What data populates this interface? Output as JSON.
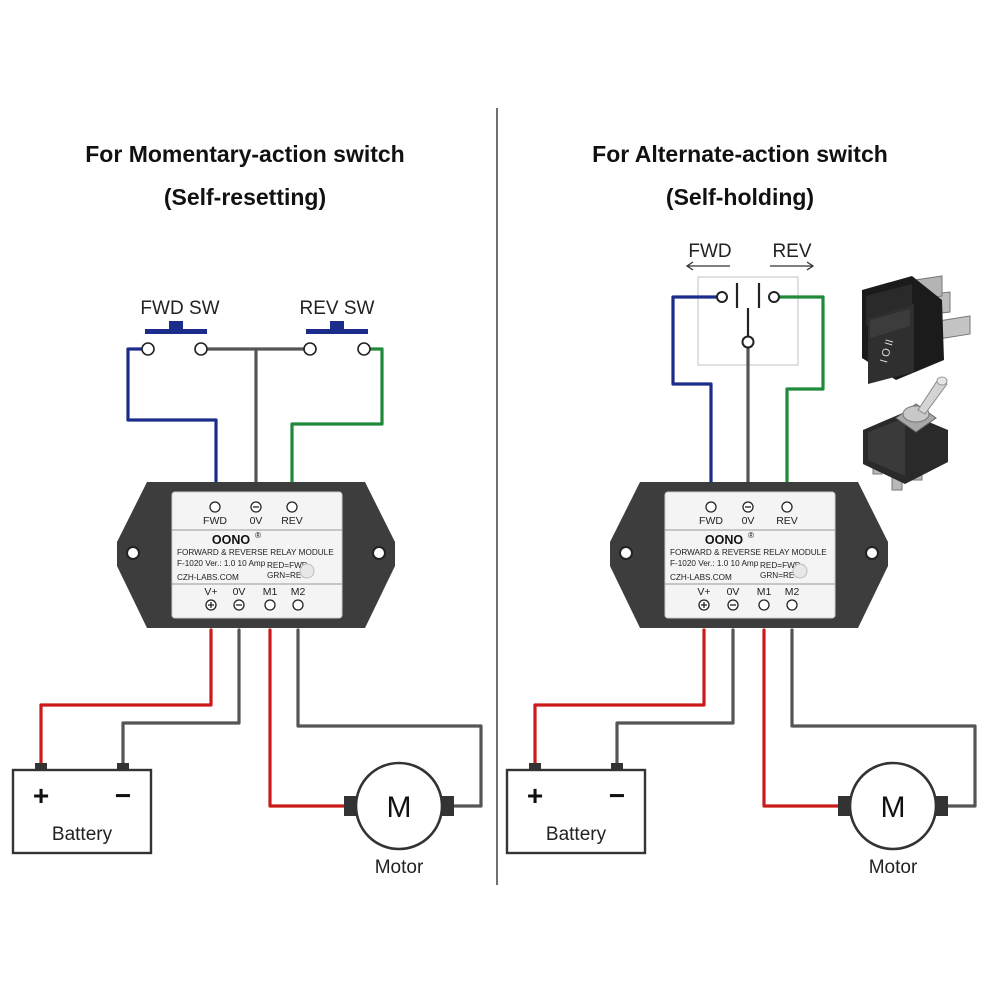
{
  "colors": {
    "red": "#cc1a1a",
    "gray": "#555555",
    "blue": "#1c2c8a",
    "green": "#1e8a3a",
    "module_body": "#3d3d3d",
    "module_label": "#f4f4f4"
  },
  "left": {
    "title_line1": "For Momentary-action switch",
    "title_line2": "(Self-resetting)",
    "fwd_sw_label": "FWD SW",
    "rev_sw_label": "REV SW"
  },
  "right": {
    "title_line1": "For Alternate-action switch",
    "title_line2": "(Self-holding)",
    "fwd_label": "FWD",
    "rev_label": "REV",
    "rocker_symbol": "I O II"
  },
  "module": {
    "top_terminals": [
      "FWD",
      "0V",
      "REV"
    ],
    "brand": "OONO",
    "brand_mark": "®",
    "line1": "FORWARD & REVERSE RELAY MODULE",
    "line2": "F-1020 Ver.: 1.0  10 Amp",
    "line3": "CZH-LABS.COM",
    "led_line1": "RED=FWD",
    "led_line2": "GRN=REV",
    "bottom_terminals": [
      "V+",
      "0V",
      "M1",
      "M2"
    ]
  },
  "battery": {
    "label": "Battery",
    "plus": "+",
    "minus": "−"
  },
  "motor": {
    "symbol": "M",
    "label": "Motor"
  }
}
